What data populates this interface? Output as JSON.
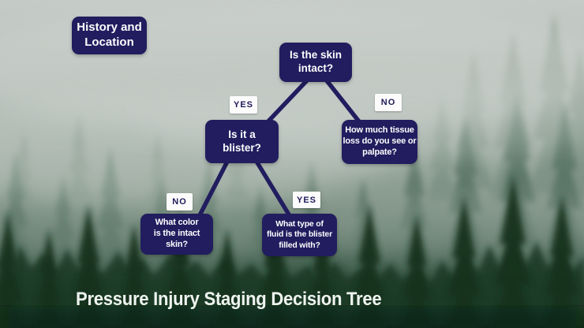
{
  "title": "Pressure Injury Staging Decision Tree",
  "badge": "History and\nLocation",
  "nodes": {
    "root": "Is the skin\nintact?",
    "blister": "Is it a\nblister?",
    "tissue": "How much tissue\nloss do you see or\npalpate?",
    "color": "What color\nis the intact\nskin?",
    "fluid": "What type of\nfluid is the blister\nfilled with?"
  },
  "labels": {
    "root_yes": "YES",
    "root_no": "NO",
    "blister_no": "NO",
    "blister_yes": "YES"
  },
  "graph": {
    "type": "decision-tree",
    "edges": [
      {
        "from": "Is the skin intact?",
        "label": "YES",
        "to": "Is it a blister?"
      },
      {
        "from": "Is the skin intact?",
        "label": "NO",
        "to": "How much tissue loss do you see or palpate?"
      },
      {
        "from": "Is it a blister?",
        "label": "NO",
        "to": "What color is the intact skin?"
      },
      {
        "from": "Is it a blister?",
        "label": "YES",
        "to": "What type of fluid is the blister filled with?"
      }
    ]
  },
  "colors": {
    "node_bg": "#211d5f",
    "node_text": "#fdfdfd",
    "tag_bg": "#fcfcfd",
    "tag_text": "#1e1a57",
    "connector": "#211d5f",
    "title_text": "#eef4f0",
    "fog_top": "#c6cbc7",
    "forest_dark": "#122318"
  }
}
